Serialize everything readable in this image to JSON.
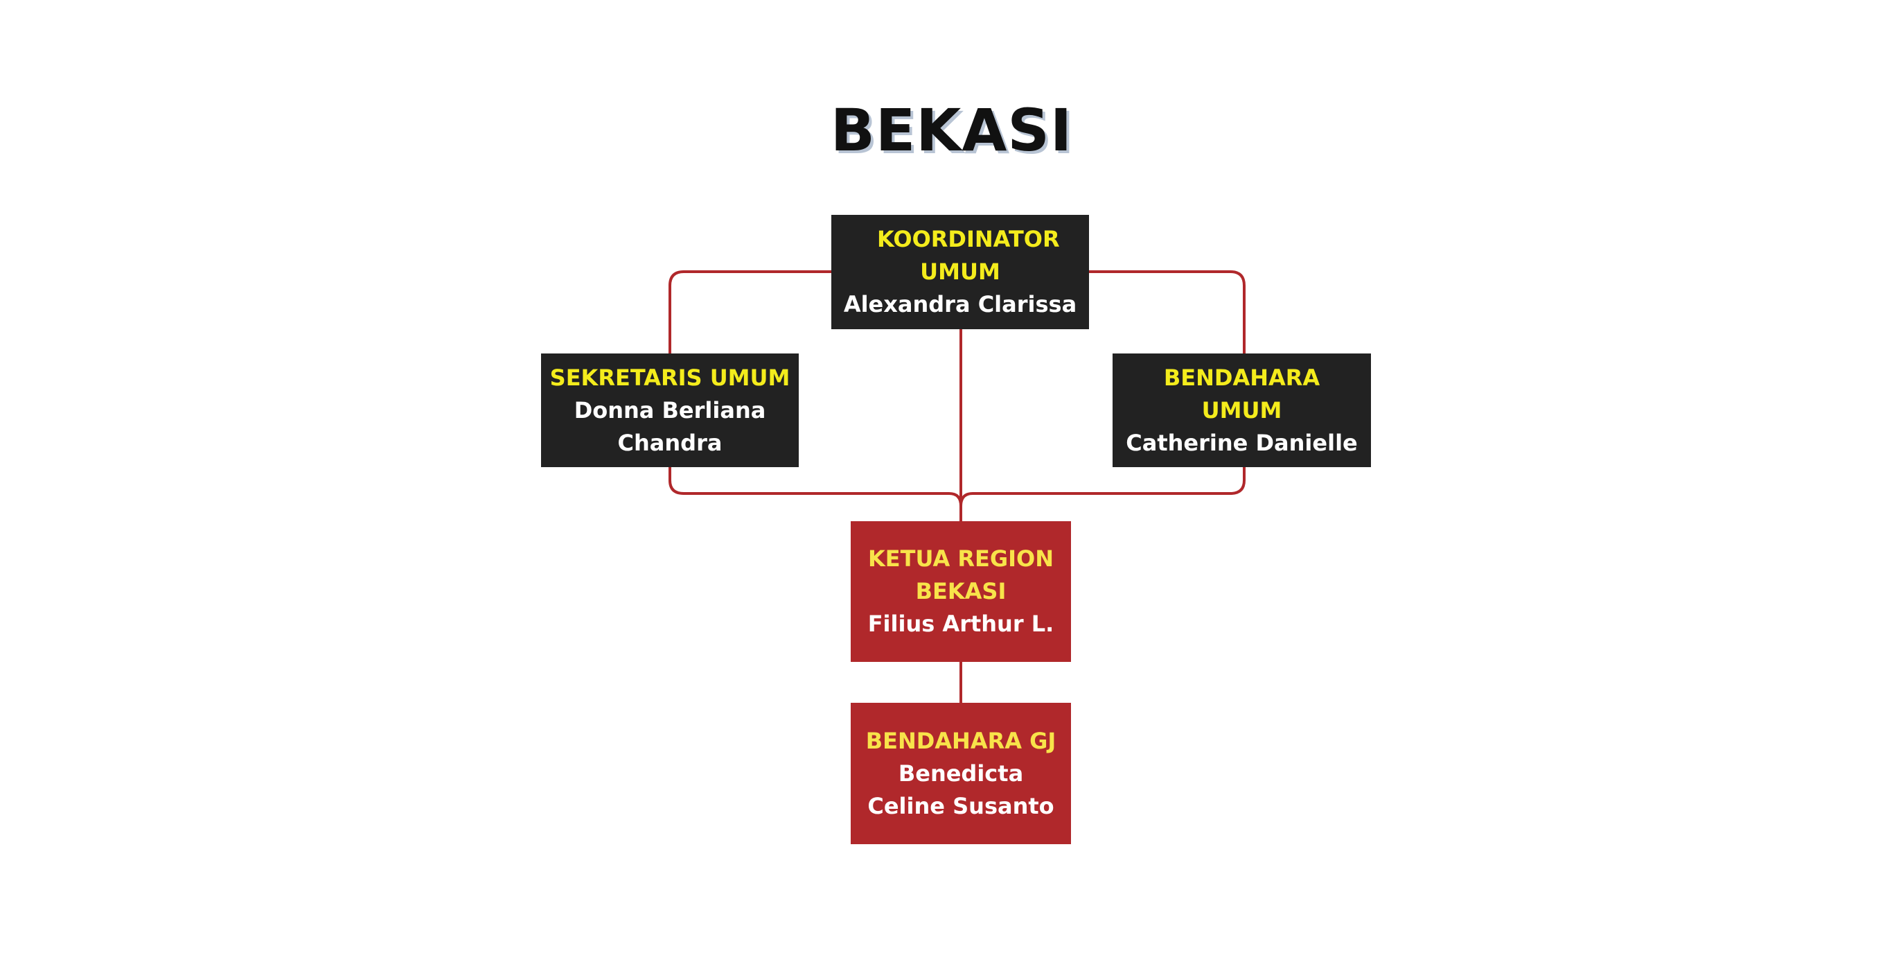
{
  "title": "BEKASI",
  "colors": {
    "dark_box": "#222222",
    "red_box": "#b0282b",
    "role_text": "#f4ec1c",
    "name_text": "#ffffff",
    "connector": "#b0282b"
  },
  "nodes": {
    "koordinator_umum": {
      "role": "KOORDINATOR UMUM",
      "name": "Alexandra Clarissa"
    },
    "sekretaris_umum": {
      "role": "SEKRETARIS UMUM",
      "name": "Donna Berliana Chandra"
    },
    "bendahara_umum": {
      "role": "BENDAHARA UMUM",
      "name": "Catherine Danielle"
    },
    "ketua_region": {
      "role": "KETUA REGION BEKASI",
      "name": "Filius Arthur L."
    },
    "bendahara_gj": {
      "role": "BENDAHARA GJ",
      "name": "Benedicta Celine Susanto"
    }
  }
}
